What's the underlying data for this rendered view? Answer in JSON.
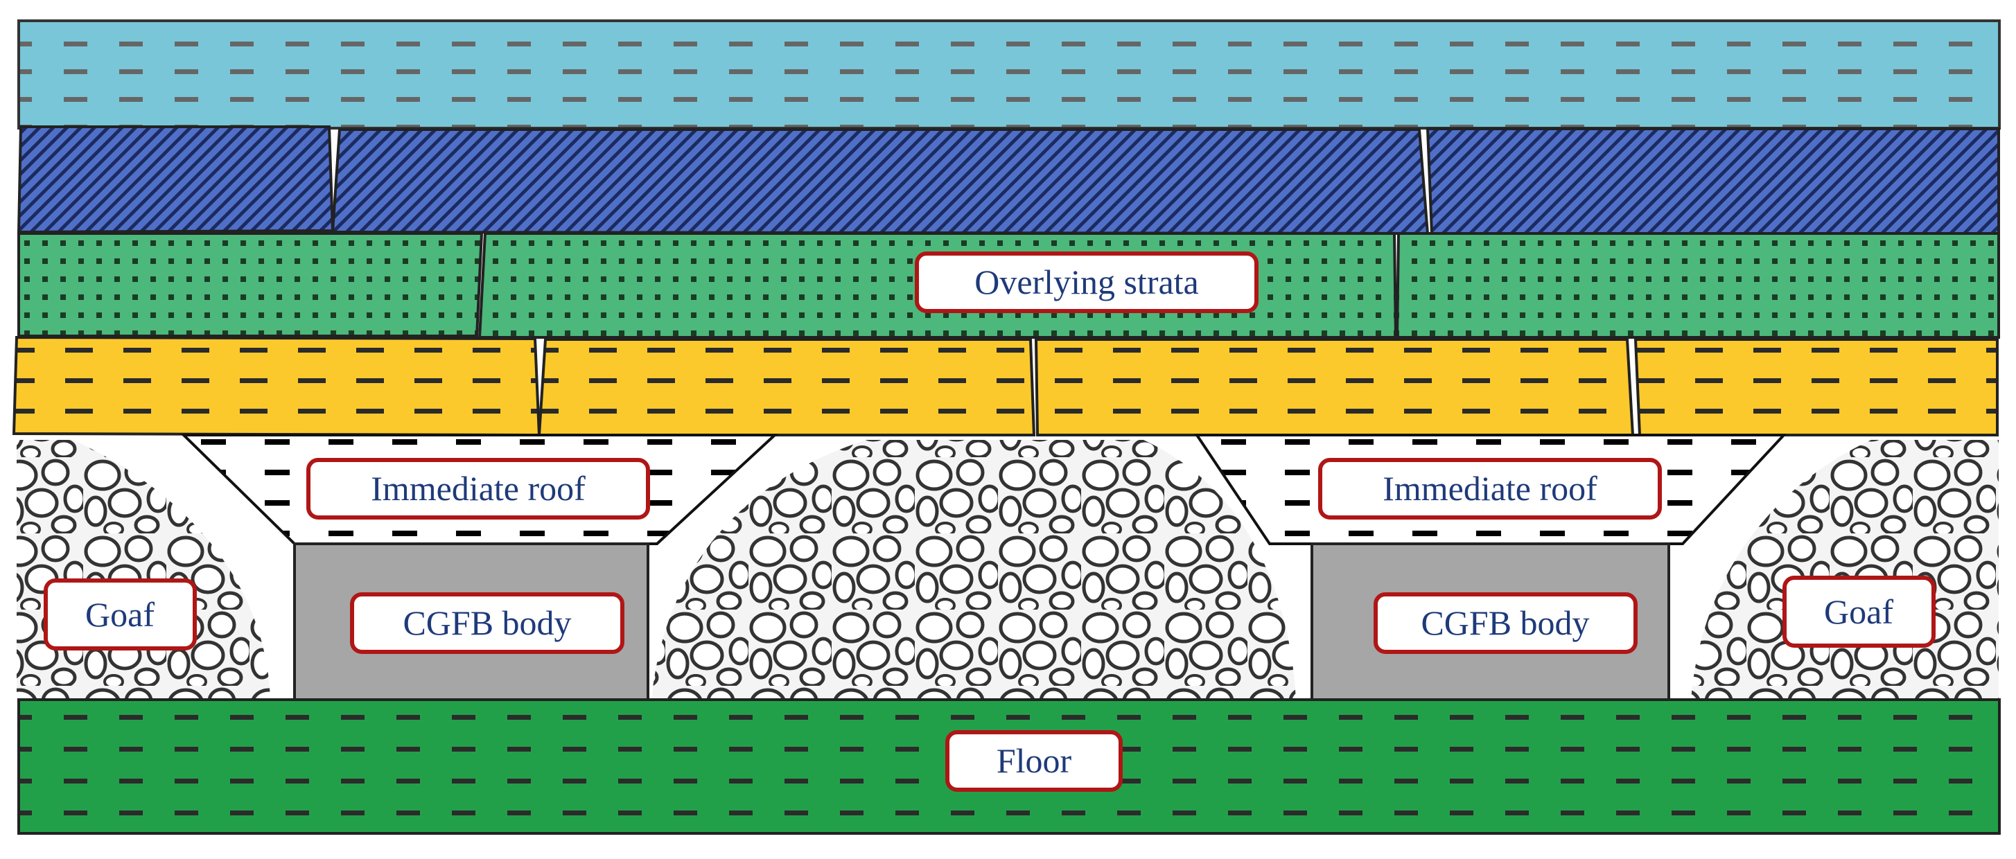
{
  "labels": {
    "overlying_strata": "Overlying strata",
    "immediate_roof_left": "Immediate roof",
    "immediate_roof_right": "Immediate roof",
    "goaf_left": "Goaf",
    "goaf_right": "Goaf",
    "cgfb_body_left": "CGFB body",
    "cgfb_body_right": "CGFB body",
    "floor": "Floor"
  },
  "colors": {
    "top_layer": "#79c6d8",
    "hatched_layer": "#5070c8",
    "dotted_layer": "#4cb87c",
    "yellow_layer": "#fbc92c",
    "floor_layer": "#22a049",
    "cgfb_body": "#a6a6a6",
    "label_border": "#b01616",
    "label_text": "#1f3a7a"
  }
}
